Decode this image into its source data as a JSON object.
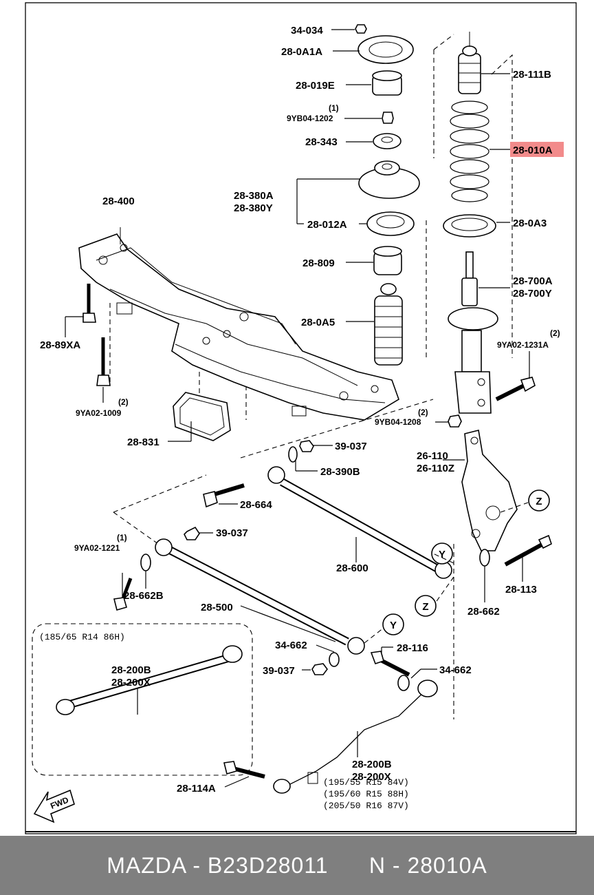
{
  "labels": {
    "p34_034": "34-034",
    "p28_0A1A": "28-0A1A",
    "p28_019E": "28-019E",
    "n1_a": "(1)",
    "p9YB04_1202": "9YB04-1202",
    "p28_343": "28-343",
    "p28_380A": "28-380A",
    "p28_380Y": "28-380Y",
    "p28_012A": "28-012A",
    "p28_809": "28-809",
    "p28_0A5": "28-0A5",
    "p28_400": "28-400",
    "p28_89XA": "28-89XA",
    "n2_a": "(2)",
    "p9YA02_1009": "9YA02-1009",
    "p28_831": "28-831",
    "p28_111B": "28-111B",
    "p28_010A": "28-010A",
    "p28_0A3": "28-0A3",
    "p28_700A": "28-700A",
    "p28_700Y": "28-700Y",
    "n2_b": "(2)",
    "p9YA02_1231A": "9YA02-1231A",
    "n2_c": "(2)",
    "p9YB04_1208": "9YB04-1208",
    "p39_037_a": "39-037",
    "p28_390B": "28-390B",
    "p26_110": "26-110",
    "p26_110Z": "26-110Z",
    "p28_664": "28-664",
    "p39_037_b": "39-037",
    "n1_b": "(1)",
    "p9YA02_1221": "9YA02-1221",
    "p28_662B": "28-662B",
    "p28_600": "28-600",
    "p28_113": "28-113",
    "p28_500": "28-500",
    "p28_662": "28-662",
    "p34_662_a": "34-662",
    "p28_116": "28-116",
    "p39_037_c": "39-037",
    "p34_662_b": "34-662",
    "p28_200B_a": "28-200B",
    "p28_200X_a": "28-200X",
    "p28_200B_b": "28-200B",
    "p28_200X_b": "28-200X",
    "p28_114A": "28-114A",
    "z1": "Z",
    "z2": "Z",
    "y1": "Y",
    "y2": "Y",
    "fwd": "FWD"
  },
  "tires": {
    "box": "(185/65 R14 86H)",
    "line1": "(195/55 R15 84V)",
    "line2": "(195/60 R15 88H)",
    "line3": "(205/50 R16 87V)"
  },
  "highlight_color": "#f28b8b",
  "footer": {
    "brand_part": "MAZDA - B23D28011",
    "number": "N - 28010A"
  }
}
